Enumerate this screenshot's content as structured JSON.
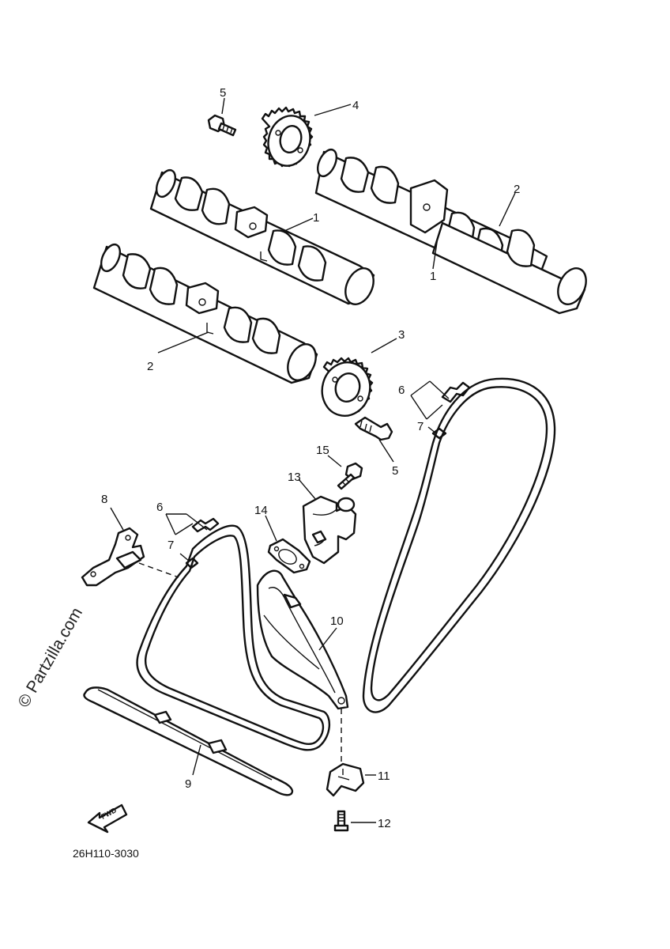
{
  "diagram_code": "26H110-3030",
  "watermark": "© Partzilla.com",
  "fwd_label": "FWD",
  "callouts": {
    "c1a": "1",
    "c1b": "1",
    "c2a": "2",
    "c2b": "2",
    "c3": "3",
    "c4": "4",
    "c5a": "5",
    "c5b": "5",
    "c6a": "6",
    "c6b": "6",
    "c7a": "7",
    "c7b": "7",
    "c8": "8",
    "c9": "9",
    "c10": "10",
    "c11": "11",
    "c12": "12",
    "c13": "13",
    "c14": "14",
    "c15": "15"
  }
}
